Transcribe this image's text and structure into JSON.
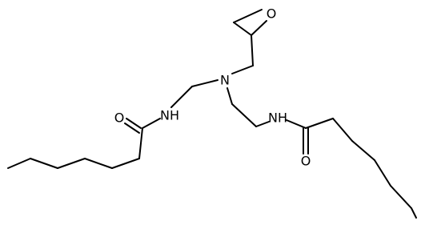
{
  "structure": {
    "atoms": {
      "n_center": "N",
      "nh_left": "NH",
      "nh_right": "NH",
      "o_epoxide": "O",
      "o_left_carbonyl": "O",
      "o_right_carbonyl": "O"
    },
    "colors": {
      "bond": "#000000",
      "label": "#000000",
      "background": "#ffffff"
    }
  }
}
